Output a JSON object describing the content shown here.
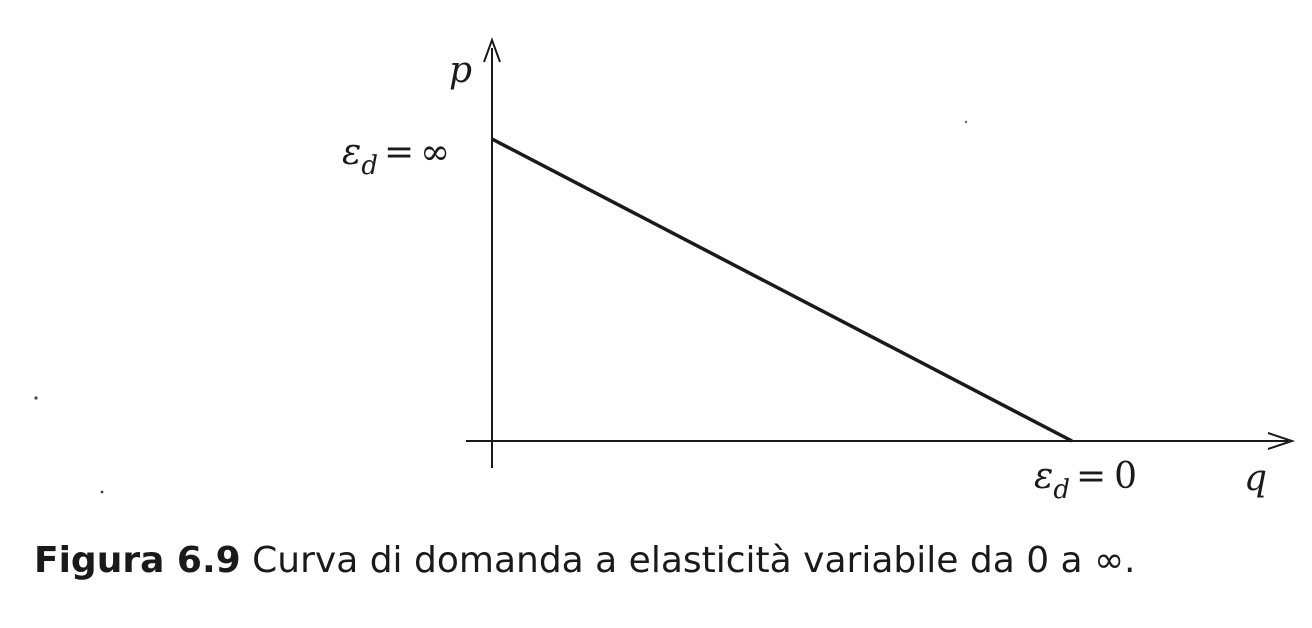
{
  "diagram": {
    "y_axis_label": "p",
    "x_axis_label": "q",
    "top_label": {
      "symbol": "ε",
      "subscript": "d",
      "equals": "=",
      "value": "∞"
    },
    "bottom_label": {
      "symbol": "ε",
      "subscript": "d",
      "equals": "=",
      "value": "0"
    }
  },
  "caption": {
    "label": "Figura 6.9",
    "text": "Curva di domanda a elasticità variabile da 0 a ∞."
  }
}
